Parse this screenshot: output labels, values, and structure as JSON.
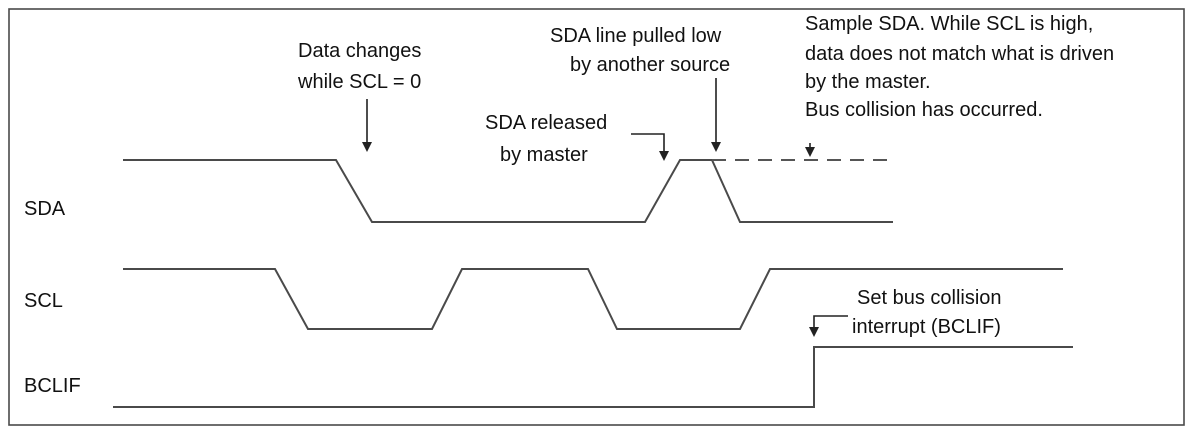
{
  "signals": {
    "sda": "SDA",
    "scl": "SCL",
    "bclif": "BCLIF"
  },
  "annotations": {
    "data_changes": [
      "Data changes",
      "while SCL = 0"
    ],
    "sda_released": [
      "SDA released",
      "by master"
    ],
    "sda_pulled_low": [
      "SDA line pulled low",
      "by another source"
    ],
    "sample_sda": [
      "Sample SDA. While SCL is high,",
      "data does not match what is driven",
      "by the master.",
      "Bus collision has occurred."
    ],
    "set_bclif": [
      "Set bus collision",
      "interrupt (BCLIF)"
    ]
  }
}
